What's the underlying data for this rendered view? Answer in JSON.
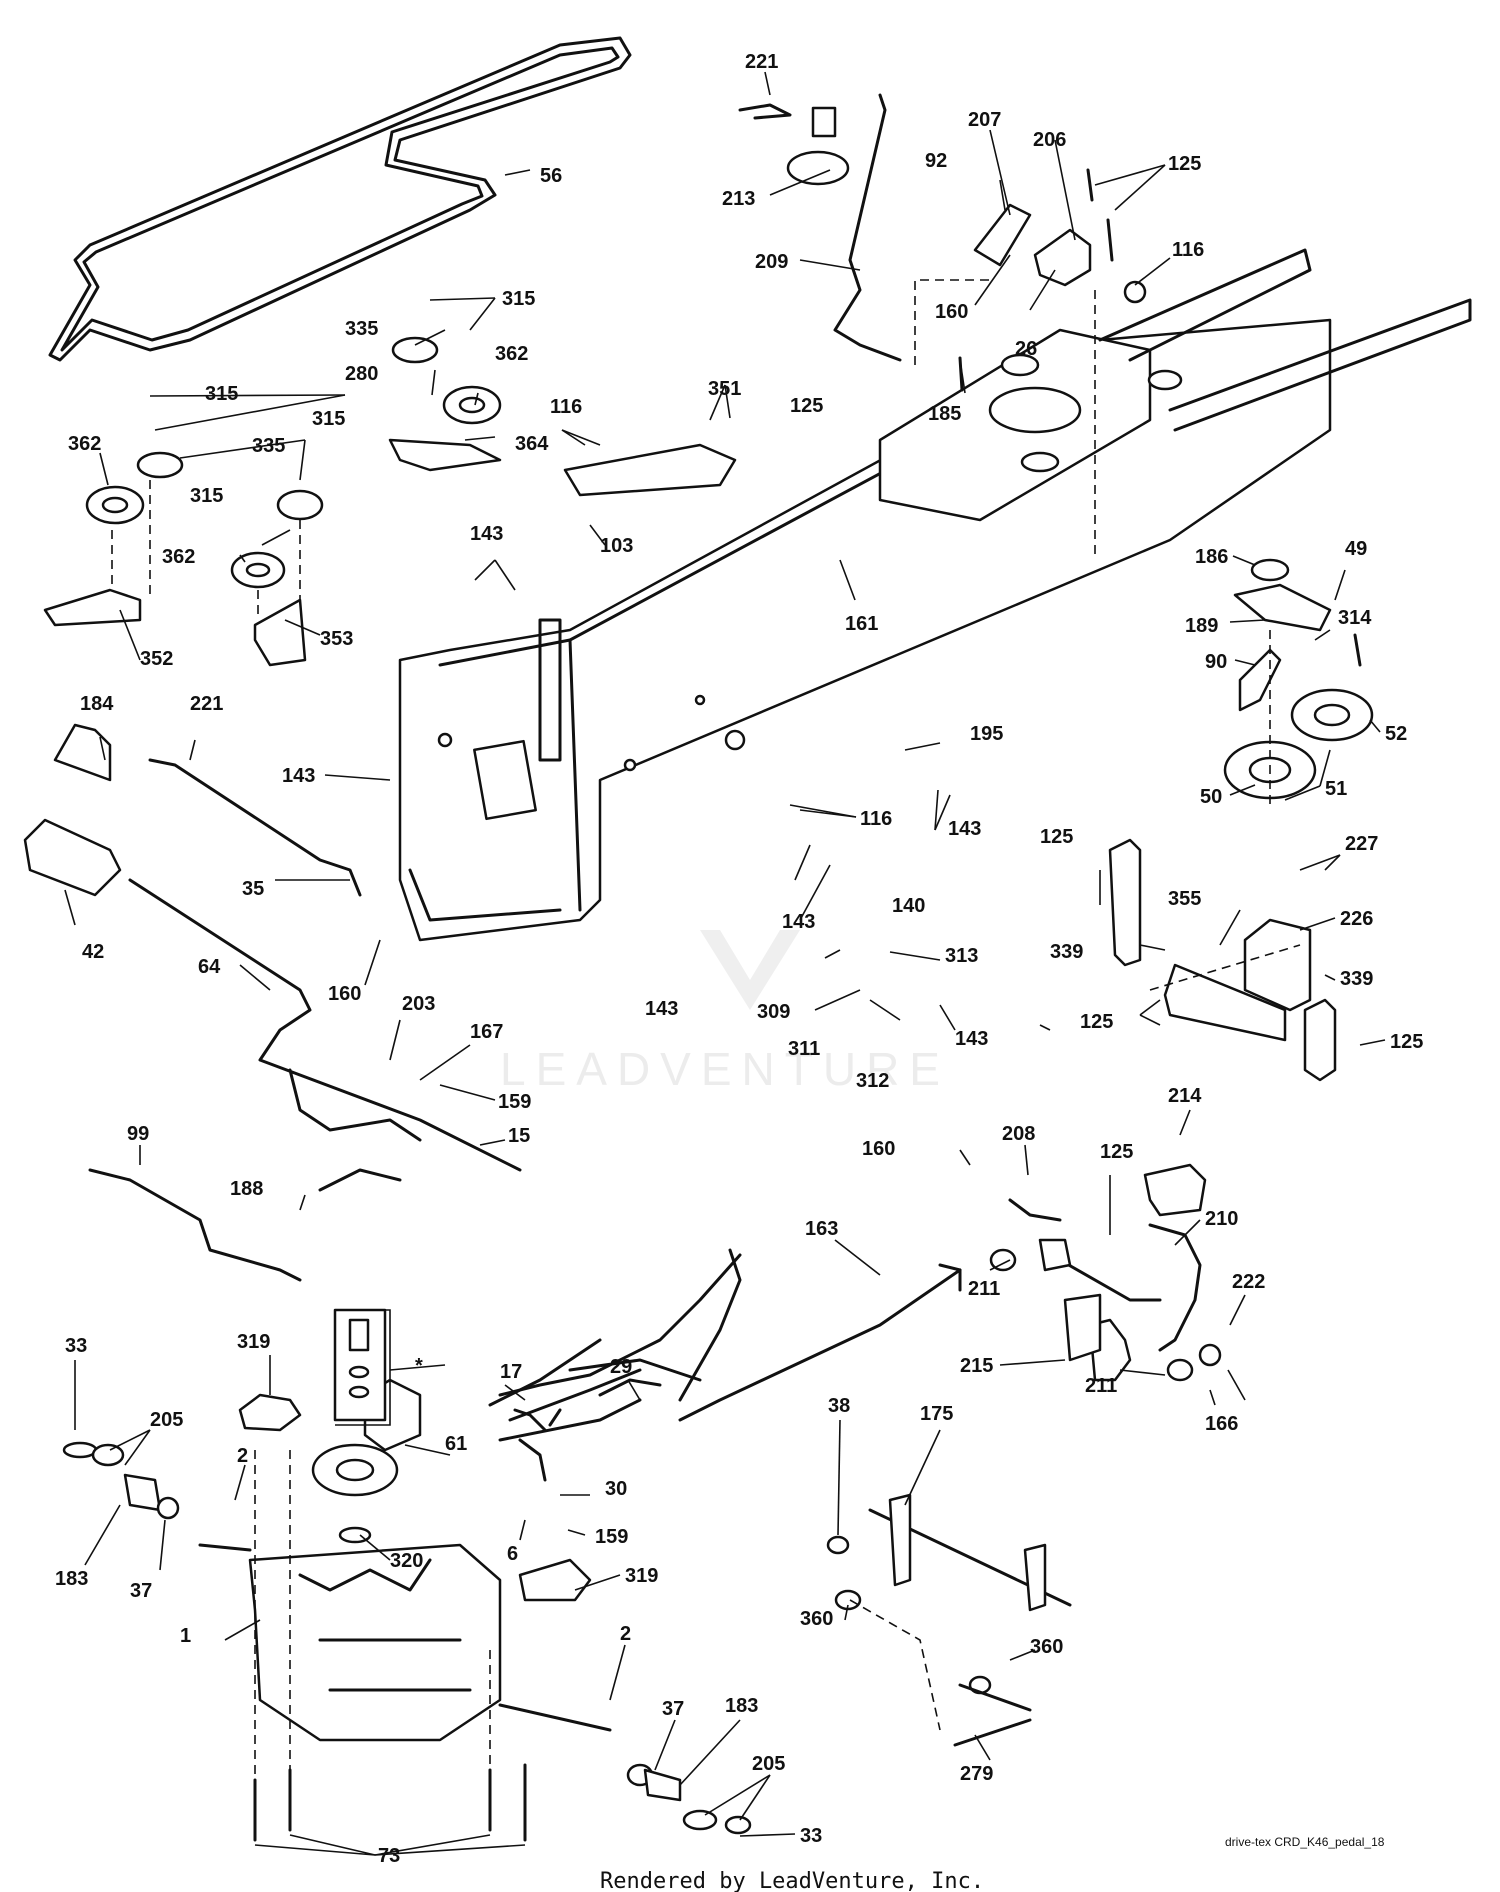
{
  "diagram": {
    "callouts": [
      {
        "label": "221"
      },
      {
        "label": "213"
      },
      {
        "label": "209"
      },
      {
        "label": "92"
      },
      {
        "label": "207"
      },
      {
        "label": "206"
      },
      {
        "label": "125"
      },
      {
        "label": "116"
      },
      {
        "label": "160"
      },
      {
        "label": "26"
      },
      {
        "label": "56"
      },
      {
        "label": "315"
      },
      {
        "label": "335"
      },
      {
        "label": "362"
      },
      {
        "label": "280"
      },
      {
        "label": "364"
      },
      {
        "label": "315"
      },
      {
        "label": "362"
      },
      {
        "label": "335"
      },
      {
        "label": "315"
      },
      {
        "label": "315"
      },
      {
        "label": "362"
      },
      {
        "label": "352"
      },
      {
        "label": "353"
      },
      {
        "label": "116"
      },
      {
        "label": "351"
      },
      {
        "label": "103"
      },
      {
        "label": "125"
      },
      {
        "label": "185"
      },
      {
        "label": "143"
      },
      {
        "label": "161"
      },
      {
        "label": "186"
      },
      {
        "label": "49"
      },
      {
        "label": "189"
      },
      {
        "label": "314"
      },
      {
        "label": "90"
      },
      {
        "label": "52"
      },
      {
        "label": "50"
      },
      {
        "label": "51"
      },
      {
        "label": "184"
      },
      {
        "label": "221"
      },
      {
        "label": "143"
      },
      {
        "label": "35"
      },
      {
        "label": "42"
      },
      {
        "label": "64"
      },
      {
        "label": "160"
      },
      {
        "label": "203"
      },
      {
        "label": "167"
      },
      {
        "label": "159"
      },
      {
        "label": "15"
      },
      {
        "label": "195"
      },
      {
        "label": "116"
      },
      {
        "label": "143"
      },
      {
        "label": "143"
      },
      {
        "label": "140"
      },
      {
        "label": "313"
      },
      {
        "label": "309"
      },
      {
        "label": "311"
      },
      {
        "label": "312"
      },
      {
        "label": "143"
      },
      {
        "label": "143"
      },
      {
        "label": "125"
      },
      {
        "label": "227"
      },
      {
        "label": "355"
      },
      {
        "label": "226"
      },
      {
        "label": "339"
      },
      {
        "label": "339"
      },
      {
        "label": "125"
      },
      {
        "label": "125"
      },
      {
        "label": "99"
      },
      {
        "label": "188"
      },
      {
        "label": "214"
      },
      {
        "label": "208"
      },
      {
        "label": "160"
      },
      {
        "label": "125"
      },
      {
        "label": "210"
      },
      {
        "label": "163"
      },
      {
        "label": "211"
      },
      {
        "label": "222"
      },
      {
        "label": "215"
      },
      {
        "label": "211"
      },
      {
        "label": "166"
      },
      {
        "label": "33"
      },
      {
        "label": "319"
      },
      {
        "label": "*"
      },
      {
        "label": "17"
      },
      {
        "label": "29"
      },
      {
        "label": "205"
      },
      {
        "label": "2"
      },
      {
        "label": "61"
      },
      {
        "label": "30"
      },
      {
        "label": "183"
      },
      {
        "label": "37"
      },
      {
        "label": "320"
      },
      {
        "label": "159"
      },
      {
        "label": "6"
      },
      {
        "label": "38"
      },
      {
        "label": "175"
      },
      {
        "label": "1"
      },
      {
        "label": "319"
      },
      {
        "label": "360"
      },
      {
        "label": "360"
      },
      {
        "label": "2"
      },
      {
        "label": "37"
      },
      {
        "label": "183"
      },
      {
        "label": "205"
      },
      {
        "label": "279"
      },
      {
        "label": "73"
      },
      {
        "label": "33"
      }
    ],
    "drawing_code": "drive-tex CRD_K46_pedal_18",
    "credit": "Rendered by LeadVenture, Inc.",
    "watermark": "LEADVENTURE"
  }
}
